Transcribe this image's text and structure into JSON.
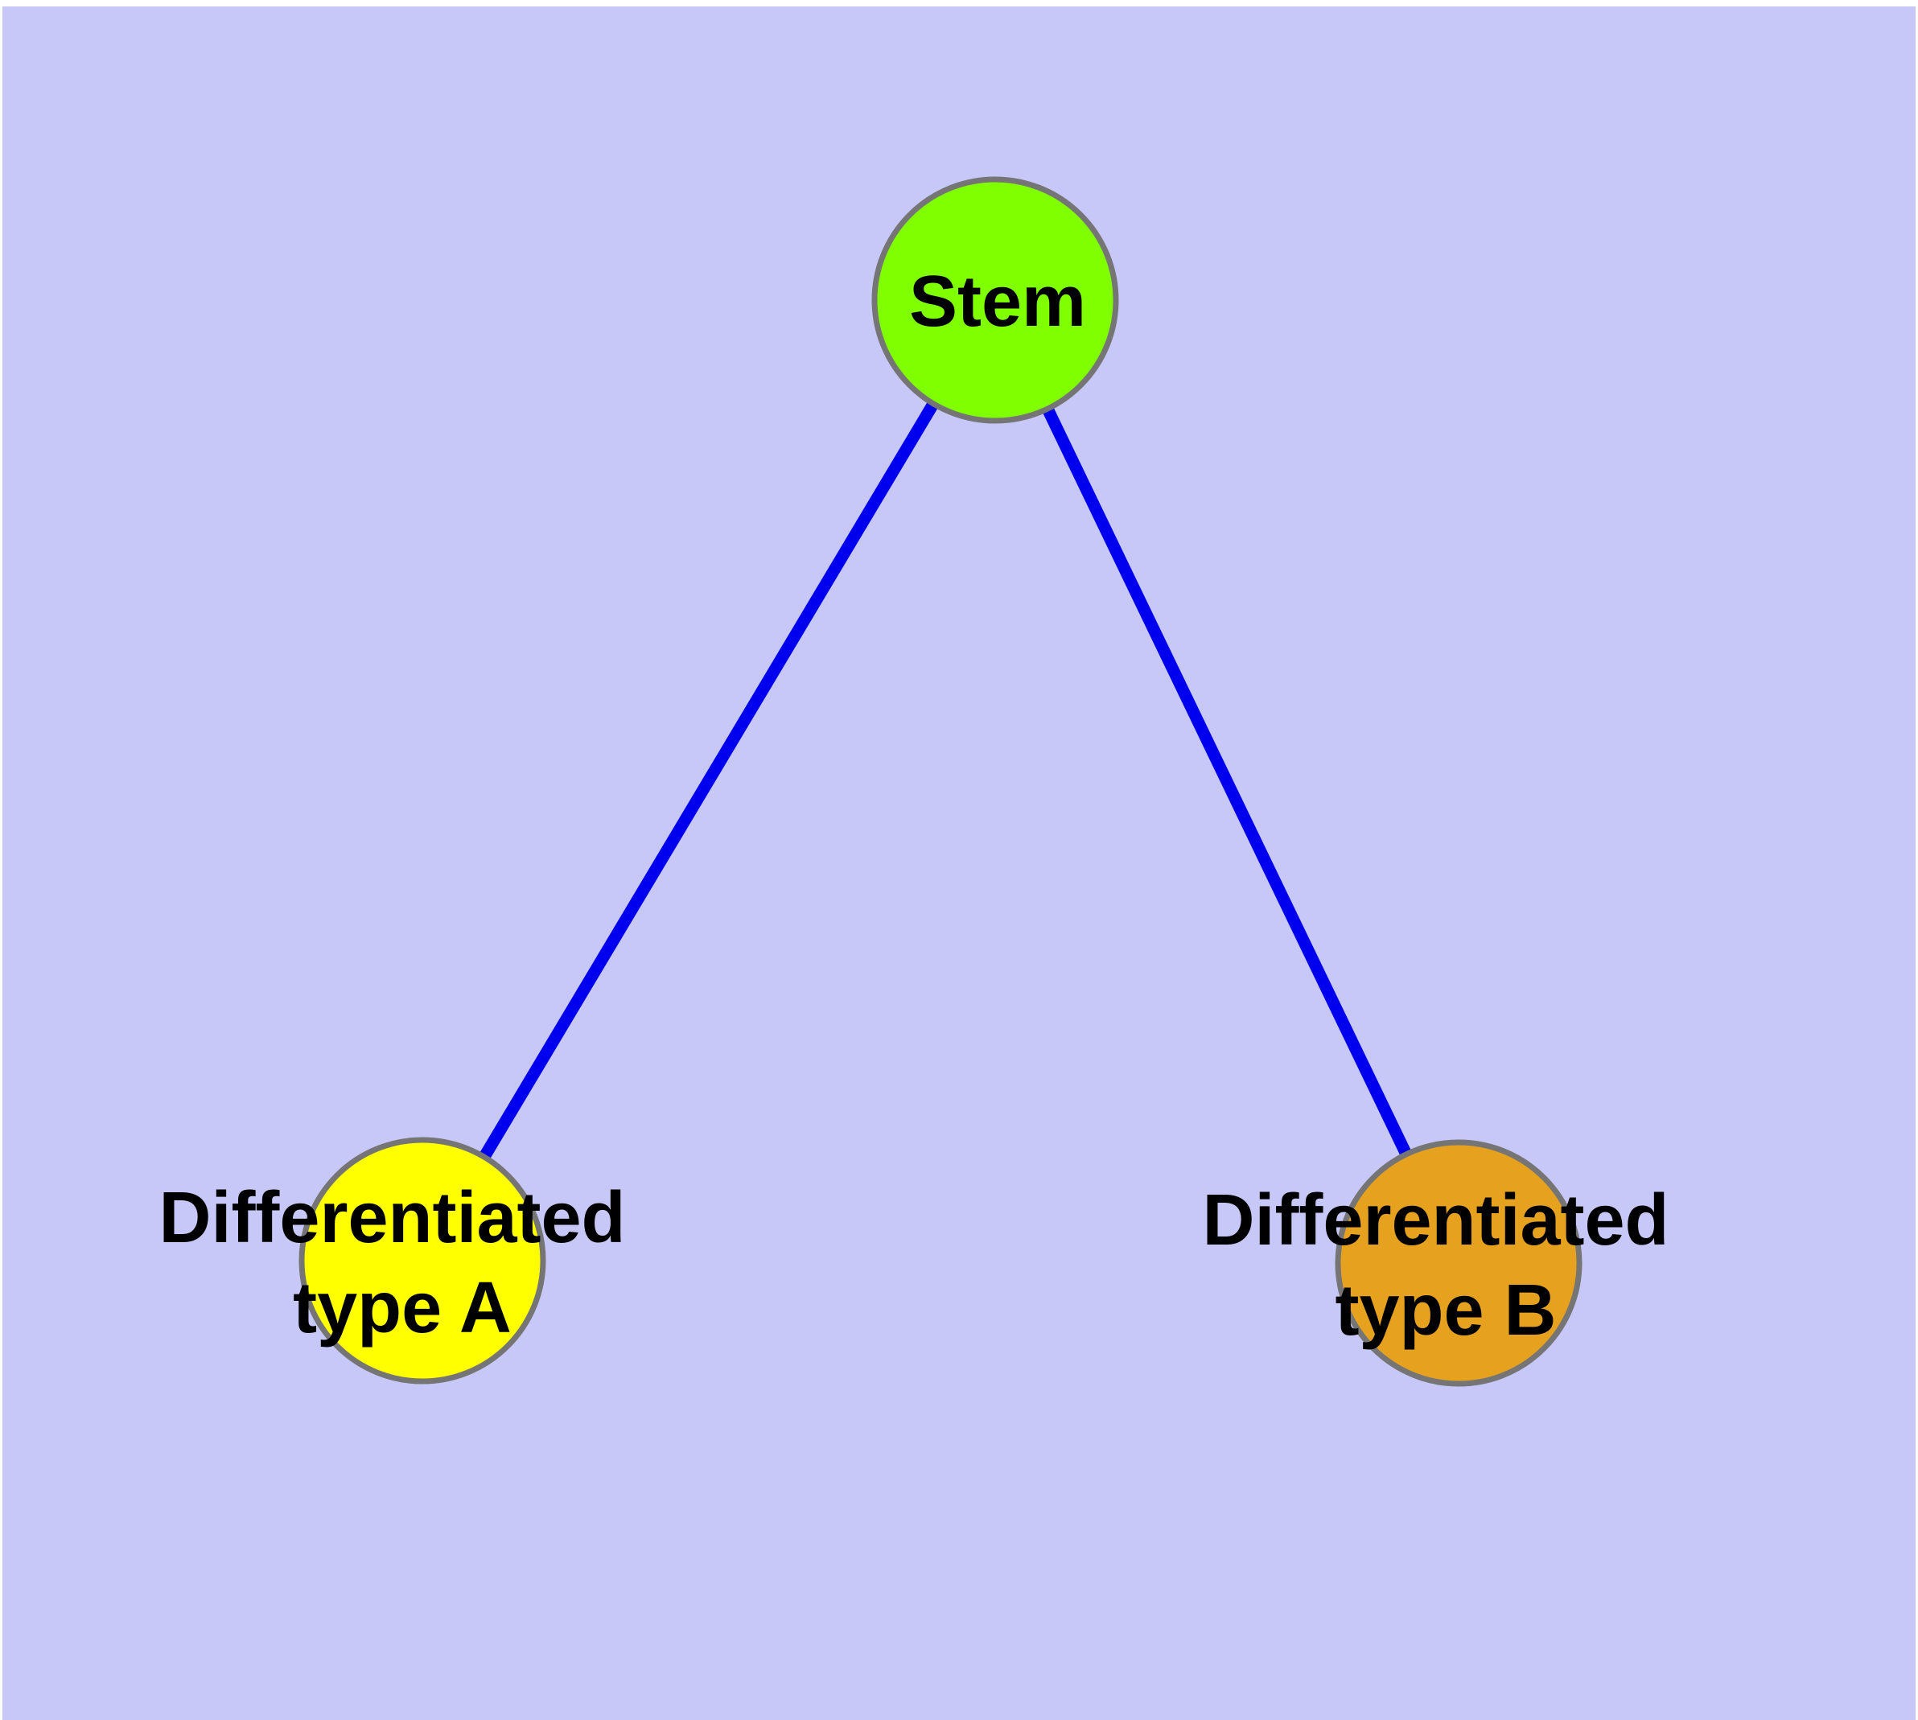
{
  "diagram": {
    "type": "graph",
    "background_color": "#ffffff",
    "canvas_color": "#c8c8f8",
    "edge_color": "#0000ee",
    "node_border_color": "#757575",
    "label_color": "#000000",
    "nodes": [
      {
        "id": "stem",
        "label": "Stem",
        "label_line1": "Stem",
        "label_line2": "",
        "color": "#7fff00"
      },
      {
        "id": "type-a",
        "label": "Differentiated type A",
        "label_line1": "Differentiated",
        "label_line2": "type A",
        "color": "#ffff00"
      },
      {
        "id": "type-b",
        "label": "Differentiated type B",
        "label_line1": "Differentiated",
        "label_line2": "type B",
        "color": "#e6a11f"
      }
    ],
    "edges": [
      {
        "from": "Stem",
        "to": "Differentiated type A"
      },
      {
        "from": "Stem",
        "to": "Differentiated type B"
      }
    ]
  }
}
